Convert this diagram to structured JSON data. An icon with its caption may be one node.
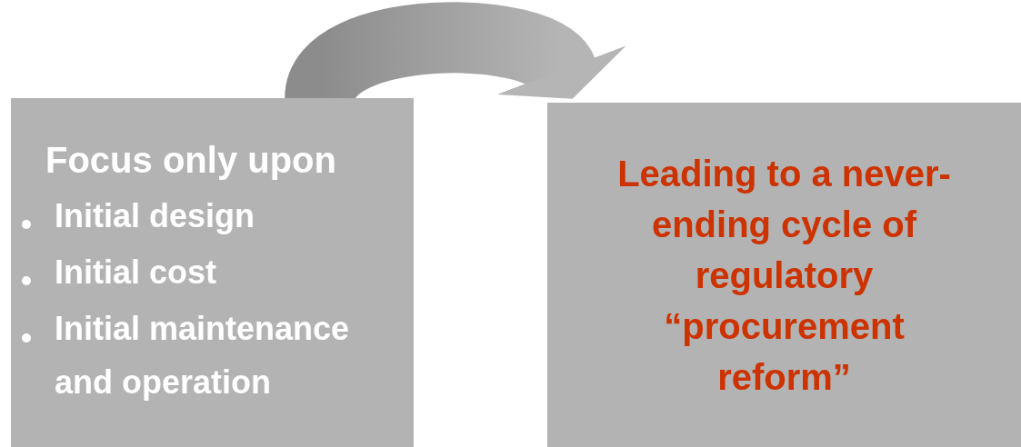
{
  "diagram": {
    "nodes": [
      {
        "text": [
          "Focus only upon",
          "Initial design",
          "Initial cost",
          "Initial maintenance and operation"
        ]
      },
      {
        "text": [
          "Leading to a never-ending cycle of regulatory “procurement reform”"
        ]
      }
    ],
    "edges": [
      {
        "from": 0,
        "to": 1,
        "arrow": "to",
        "style": "thick"
      }
    ]
  }
}
